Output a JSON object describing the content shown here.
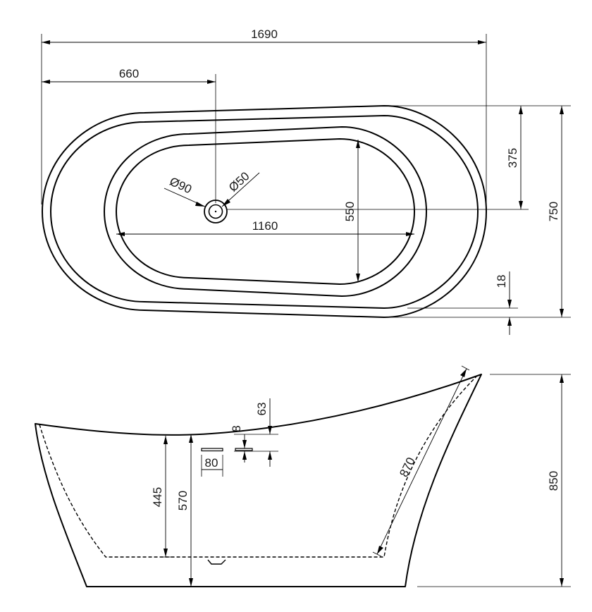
{
  "top_view": {
    "overall_length": "1690",
    "drain_offset": "660",
    "inner_length": "1160",
    "inner_width": "550",
    "drain_center_offset": "375",
    "overall_width": "750",
    "rim_height": "18",
    "overflow_diameter": "Ø90",
    "drain_diameter": "Ø50"
  },
  "side_view": {
    "overall_height": "850",
    "backrest_length": "870",
    "inner_depth": "445",
    "rim_height": "570",
    "overflow_offset": "63",
    "overflow_gap": "8",
    "overflow_width": "80"
  }
}
